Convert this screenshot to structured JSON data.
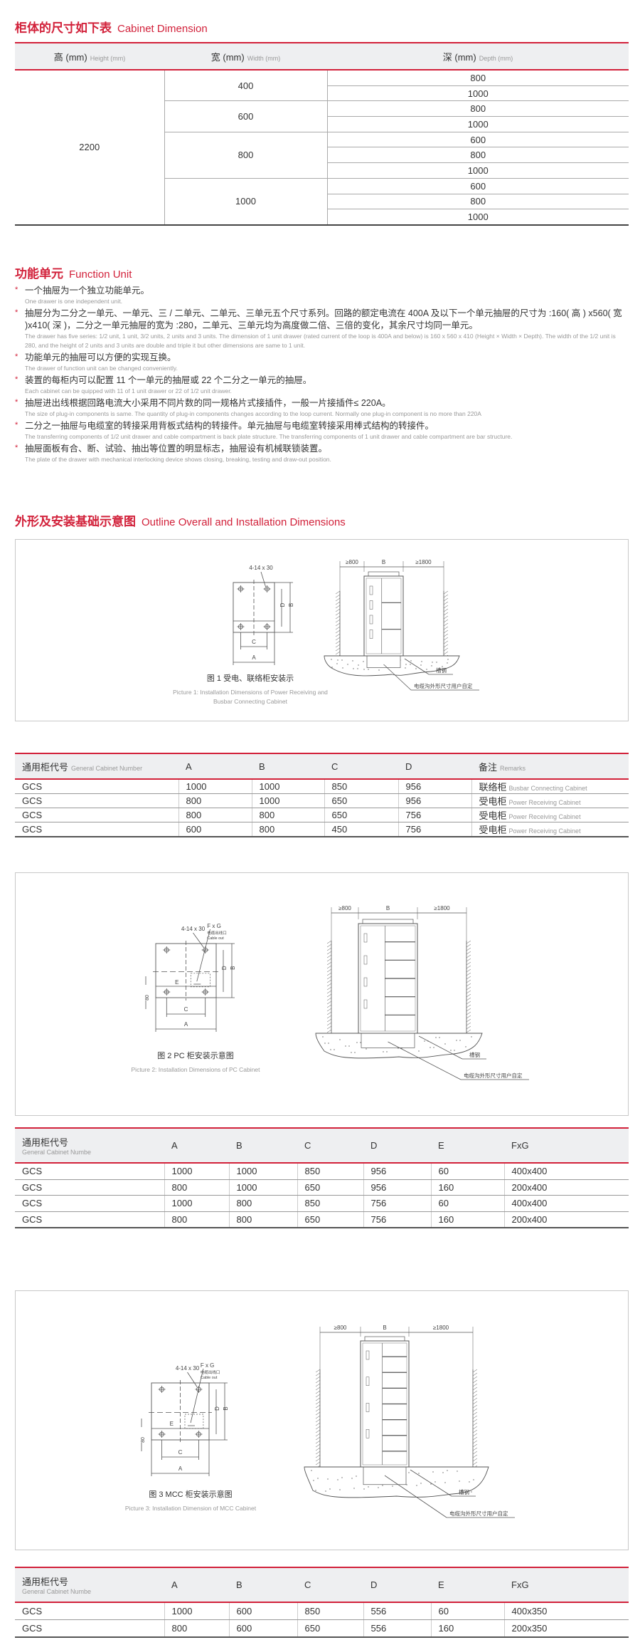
{
  "cabinet_dimension": {
    "title_zh": "柜体的尺寸如下表",
    "title_en": "Cabinet Dimension",
    "headers": [
      {
        "zh": "高 (mm)",
        "en": "Height (mm)"
      },
      {
        "zh": "宽 (mm)",
        "en": "Width (mm)"
      },
      {
        "zh": "深 (mm)",
        "en": "Depth (mm)"
      }
    ],
    "height": "2200",
    "widths": [
      {
        "width": "400",
        "depths": [
          "800",
          "1000"
        ]
      },
      {
        "width": "600",
        "depths": [
          "800",
          "1000"
        ]
      },
      {
        "width": "800",
        "depths": [
          "600",
          "800",
          "1000"
        ]
      },
      {
        "width": "1000",
        "depths": [
          "600",
          "800",
          "1000"
        ]
      }
    ]
  },
  "function_unit": {
    "title_zh": "功能单元",
    "title_en": "Function Unit",
    "star": "*",
    "items": [
      {
        "zh": "一个抽屉为一个独立功能单元。",
        "en": "One drawer is one independent unit."
      },
      {
        "zh": "抽屉分为二分之一单元、一单元、三 / 二单元、二单元、三单元五个尺寸系列。回路的额定电流在 400A 及以下一个单元抽屉的尺寸为 :160( 高 ) x560( 宽 )x410( 深 )，二分之一单元抽屉的宽为 :280，二单元、三单元均为高度做二倍、三倍的变化，其余尺寸均同一单元。",
        "en": "The drawer has five series: 1/2 unit, 1 unit, 3/2 units, 2 units and 3 units. The dimension of 1 unit drawer (rated current of the loop is 400A and below) is 160 x 560 x 410 (Height × Width × Depth). The width of the 1/2 unit is 280, and the height of 2 units and 3 units are double and triple it but other dimensions are same to 1 unit."
      },
      {
        "zh": "功能单元的抽屉可以方便的实现互换。",
        "en": "The drawer of function unit can be changed conveniently."
      },
      {
        "zh": "装置的每柜内可以配置 11 个一单元的抽屉或 22 个二分之一单元的抽屉。",
        "en": "Each cabinet can be quipped with 11 of 1 unit drawer or 22 of 1/2 unit drawer."
      },
      {
        "zh": "抽屉进出线根据回路电流大小采用不同片数的同一规格片式接插件，一般一片接插件≤ 220A。",
        "en": "The size of plug-in components is same. The quantity of plug-in components changes according to the loop current. Normally one plug-in component is no more than 220A"
      },
      {
        "zh": "二分之一抽屉与电缆室的转接采用背板式结构的转接件。单元抽屉与电缆室转接采用棒式结构的转接件。",
        "en": "The transferring components of 1/2 unit drawer and cable compartment is back plate structure. The transferring components of 1 unit drawer and cable compartment are bar structure."
      },
      {
        "zh": "抽屉面板有合、断、试验、抽出等位置的明显标志，抽屉设有机械联锁装置。",
        "en": "The plate of the drawer with mechanical interlocking device shows closing, breaking, testing and draw-out position."
      }
    ]
  },
  "outline": {
    "title_zh": "外形及安装基础示意图",
    "title_en": "Outline Overall and Installation Dimensions"
  },
  "drawing_labels": {
    "holes": "4-14 x 30",
    "fxg": "F x G",
    "cable_out_zh": "电缆出线口",
    "cable_out_en": "Cable out",
    "a": "A",
    "b": "B",
    "c": "C",
    "d": "D",
    "e": "E",
    "e80": "80",
    "left_clear": "≥800",
    "right_clear": "≥1800",
    "channel_steel": "槽钢",
    "trench_note": "电缆沟外形尺寸用户自定"
  },
  "figures": [
    {
      "caption_zh": "图 1 受电、联络柜安装示",
      "caption_en_1": "Picture 1: Installation Dimensions of Power Receiving and",
      "caption_en_2": "Busbar Connecting Cabinet"
    },
    {
      "caption_zh": "图 2 PC 柜安装示意图",
      "caption_en_1": "Picture 2: Installation Dimensions of PC Cabinet"
    },
    {
      "caption_zh": "图 3 MCC 柜安装示意图",
      "caption_en_1": "Picture 3: Installation Dimension of MCC Cabinet"
    }
  ],
  "table1": {
    "headers": [
      {
        "zh": "通用柜代号",
        "en": "General Cabinet Number"
      },
      {
        "zh": "A"
      },
      {
        "zh": "B"
      },
      {
        "zh": "C"
      },
      {
        "zh": "D"
      },
      {
        "zh": "备注",
        "en": "Remarks"
      }
    ],
    "rows": [
      {
        "code": "GCS",
        "a": "1000",
        "b": "1000",
        "c": "850",
        "d": "956",
        "remark_zh": "联络柜",
        "remark_en": "Busbar Connecting Cabinet"
      },
      {
        "code": "GCS",
        "a": "800",
        "b": "1000",
        "c": "650",
        "d": "956",
        "remark_zh": "受电柜",
        "remark_en": "Power Receiving Cabinet"
      },
      {
        "code": "GCS",
        "a": "800",
        "b": "800",
        "c": "650",
        "d": "756",
        "remark_zh": "受电柜",
        "remark_en": "Power Receiving Cabinet"
      },
      {
        "code": "GCS",
        "a": "600",
        "b": "800",
        "c": "450",
        "d": "756",
        "remark_zh": "受电柜",
        "remark_en": "Power Receiving Cabinet"
      }
    ]
  },
  "table2": {
    "headers": [
      {
        "zh": "通用柜代号",
        "en": "General Cabinet Numbe"
      },
      {
        "zh": "A"
      },
      {
        "zh": "B"
      },
      {
        "zh": "C"
      },
      {
        "zh": "D"
      },
      {
        "zh": "E"
      },
      {
        "zh": "FxG"
      }
    ],
    "rows": [
      [
        "GCS",
        "1000",
        "1000",
        "850",
        "956",
        "60",
        "400x400"
      ],
      [
        "GCS",
        "800",
        "1000",
        "650",
        "956",
        "160",
        "200x400"
      ],
      [
        "GCS",
        "1000",
        "800",
        "850",
        "756",
        "60",
        "400x400"
      ],
      [
        "GCS",
        "800",
        "800",
        "650",
        "756",
        "160",
        "200x400"
      ]
    ]
  },
  "table3": {
    "headers": [
      {
        "zh": "通用柜代号",
        "en": "General Cabinet Numbe"
      },
      {
        "zh": "A"
      },
      {
        "zh": "B"
      },
      {
        "zh": "C"
      },
      {
        "zh": "D"
      },
      {
        "zh": "E"
      },
      {
        "zh": "FxG"
      }
    ],
    "rows": [
      [
        "GCS",
        "1000",
        "600",
        "850",
        "556",
        "60",
        "400x350"
      ],
      [
        "GCS",
        "800",
        "600",
        "650",
        "556",
        "160",
        "200x350"
      ]
    ]
  },
  "colors": {
    "accent": "#d2213a",
    "header_bg": "#eeeff1"
  }
}
